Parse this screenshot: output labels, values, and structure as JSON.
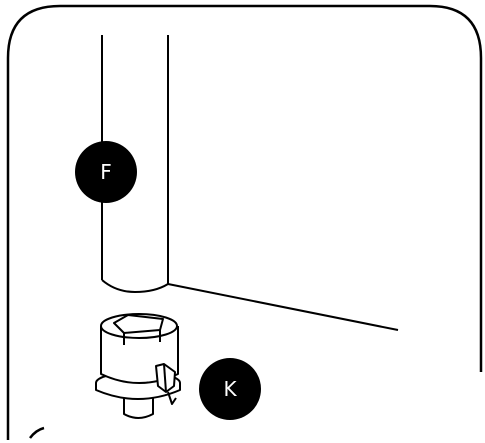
{
  "diagram": {
    "labels": [
      {
        "id": "F",
        "text": "F"
      },
      {
        "id": "K",
        "text": "K"
      }
    ],
    "colors": {
      "stroke": "#000000",
      "background": "#ffffff",
      "callout_fill": "#000000",
      "callout_text": "#ffffff"
    }
  }
}
